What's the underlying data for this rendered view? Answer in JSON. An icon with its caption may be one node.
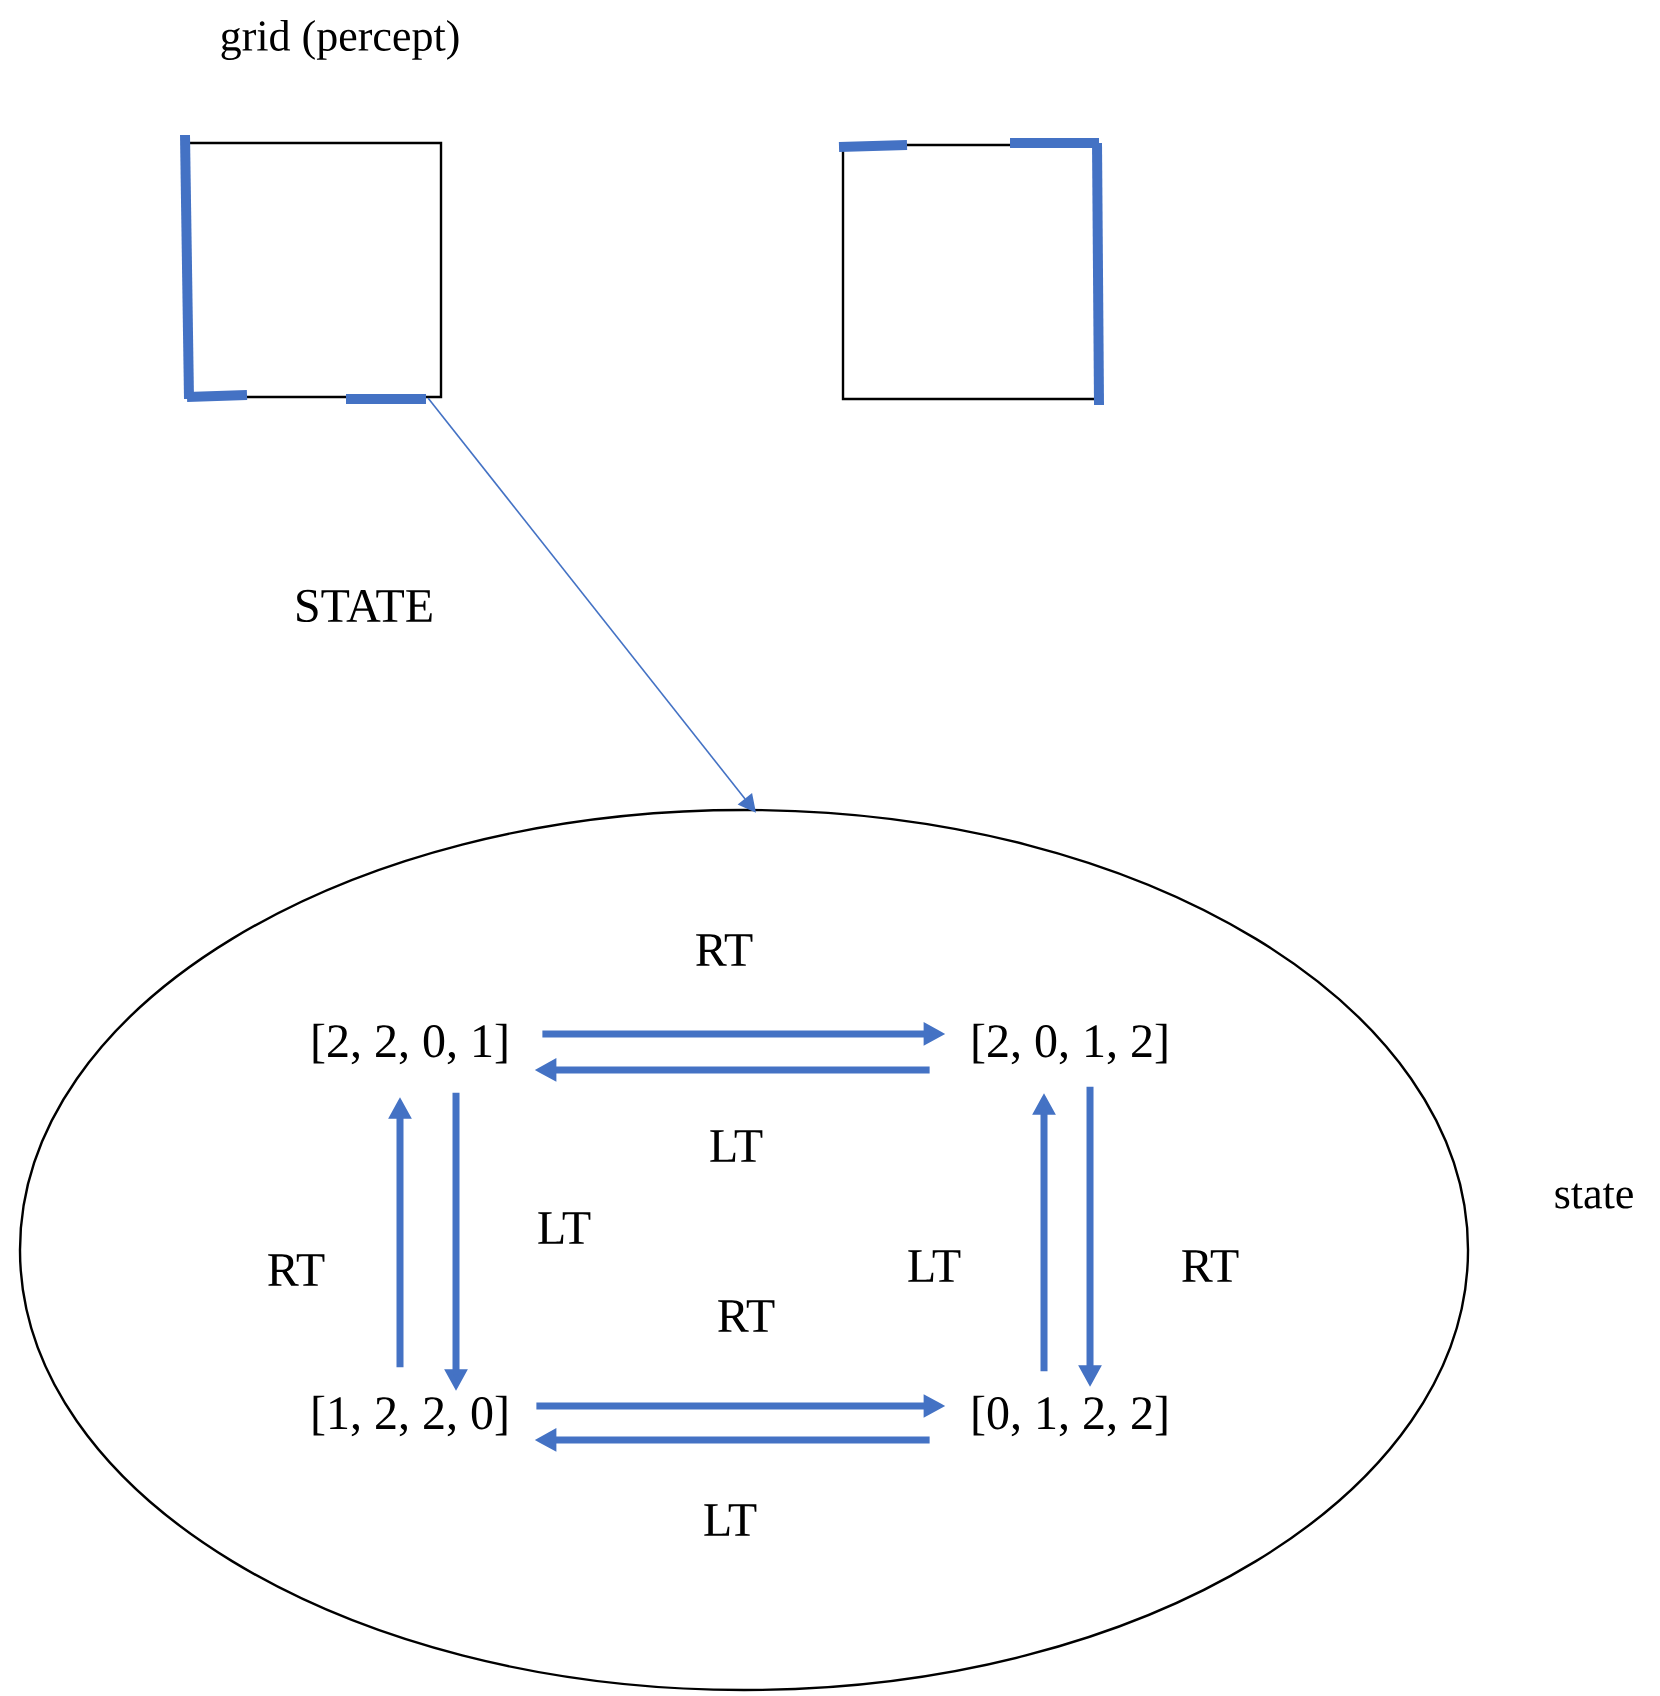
{
  "diagram": {
    "nodes": [
      {
        "text": [],
        "shape": "box"
      },
      {
        "text": [],
        "shape": "box"
      },
      {
        "text": [],
        "shape": "ellipse",
        "beside": [
          "state"
        ]
      },
      {
        "text": [
          "[2, 2, 0, 1]"
        ],
        "in": 2
      },
      {
        "text": [
          "[2, 0, 1, 2]"
        ],
        "in": 2
      },
      {
        "text": [
          "[1, 2, 2, 0]"
        ],
        "in": 2
      },
      {
        "text": [
          "[0, 1, 2, 2]"
        ],
        "in": 2
      }
    ],
    "edges": [
      {
        "from": 0,
        "to": 2,
        "arrow": "to",
        "label": "STATE"
      },
      {
        "from": 3,
        "to": 4,
        "arrow": "to",
        "label": "RT"
      },
      {
        "from": 4,
        "to": 3,
        "arrow": "to",
        "label": "LT"
      },
      {
        "from": 3,
        "to": 5,
        "arrow": "to",
        "label": "LT"
      },
      {
        "from": 5,
        "to": 3,
        "arrow": "to",
        "label": "RT"
      },
      {
        "from": 4,
        "to": 6,
        "arrow": "to",
        "label": "RT"
      },
      {
        "from": 6,
        "to": 4,
        "arrow": "to",
        "label": "LT"
      },
      {
        "from": 5,
        "to": 6,
        "arrow": "to",
        "label": "RT"
      },
      {
        "from": 6,
        "to": 5,
        "arrow": "to",
        "label": "LT"
      }
    ],
    "labels": [
      "grid (percept)"
    ]
  }
}
